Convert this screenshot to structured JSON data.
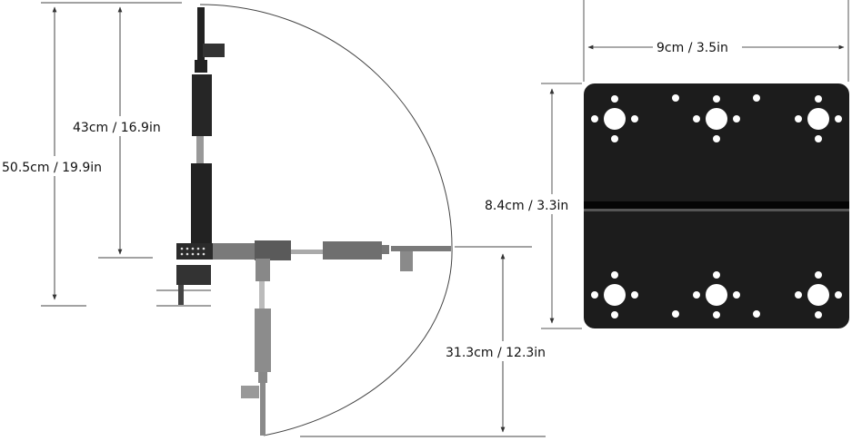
{
  "dimensions": {
    "total_height": "50.5cm / 19.9in",
    "arm_height": "43cm / 16.9in",
    "side_reach": "31.3cm / 12.3in",
    "plate_width": "9cm / 3.5in",
    "plate_height": "8.4cm / 3.3in"
  },
  "colors": {
    "plate": "#1c1c1c",
    "arm_dark": "#2a2a2a",
    "arm_light": "#8a8a8a",
    "lines": "#555555"
  }
}
